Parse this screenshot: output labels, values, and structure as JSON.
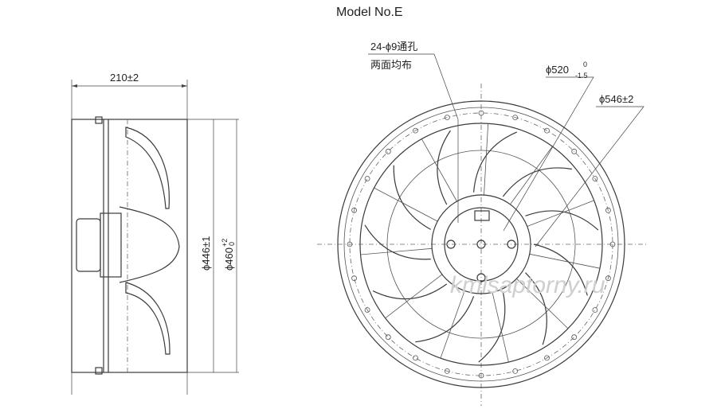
{
  "title": "Model No.E",
  "side_view": {
    "depth_label": "210±2",
    "inner_dia_label": "ϕ446±1",
    "outer_dia_label": "ϕ460",
    "outer_dia_tol_upper": "+2",
    "outer_dia_tol_lower": "0"
  },
  "front_view": {
    "holes_label": "24-ϕ9通孔",
    "holes_note": "两面均布",
    "bolt_circle_label": "ϕ520",
    "bolt_circle_tol_upper": "0",
    "bolt_circle_tol_lower": "-1.5",
    "flange_label": "ϕ546±2"
  },
  "watermark": "kmlsaptorny.ru"
}
